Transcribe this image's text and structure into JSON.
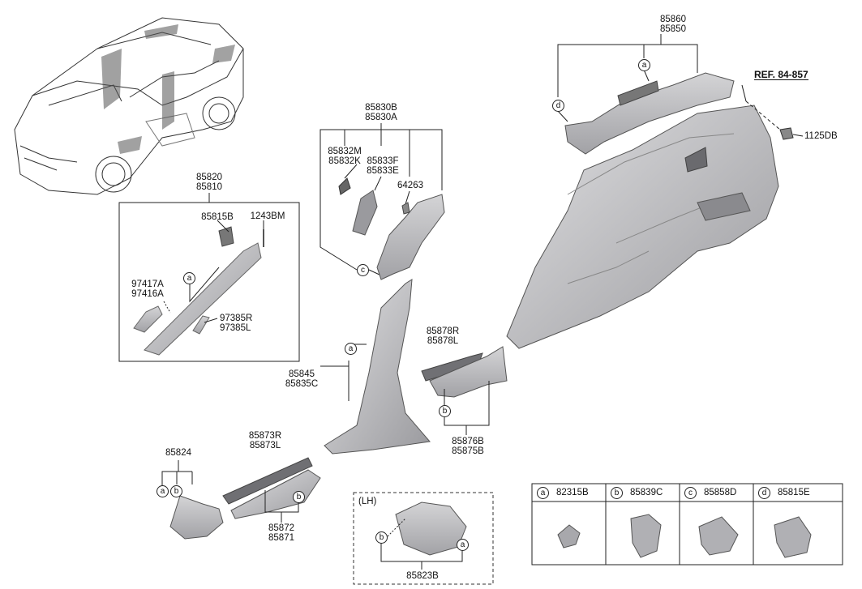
{
  "reference": "REF. 84-857",
  "callouts": {
    "a": "a",
    "b": "b",
    "c": "c",
    "d": "d"
  },
  "parts": {
    "p85860": "85860",
    "p85850": "85850",
    "p1125DB": "1125DB",
    "p85830B": "85830B",
    "p85830A": "85830A",
    "p85832M": "85832M",
    "p85832K": "85832K",
    "p85833F": "85833F",
    "p85833E": "85833E",
    "p64263": "64263",
    "p85820": "85820",
    "p85810": "85810",
    "p85815B": "85815B",
    "p1243BM": "1243BM",
    "p97417A": "97417A",
    "p97416A": "97416A",
    "p97385R": "97385R",
    "p97385L": "97385L",
    "p85845": "85845",
    "p85835C": "85835C",
    "p85878R": "85878R",
    "p85878L": "85878L",
    "p85876B": "85876B",
    "p85875B": "85875B",
    "p85824": "85824",
    "p85873R": "85873R",
    "p85873L": "85873L",
    "p85872": "85872",
    "p85871": "85871",
    "lh": "(LH)",
    "p85823B": "85823B"
  },
  "legend": [
    {
      "key": "a",
      "part": "82315B"
    },
    {
      "key": "b",
      "part": "85839C"
    },
    {
      "key": "c",
      "part": "85858D"
    },
    {
      "key": "d",
      "part": "85815E"
    }
  ],
  "colors": {
    "part_fill": "#c9c9cb",
    "part_dark": "#8e8e92",
    "line": "#222222"
  }
}
